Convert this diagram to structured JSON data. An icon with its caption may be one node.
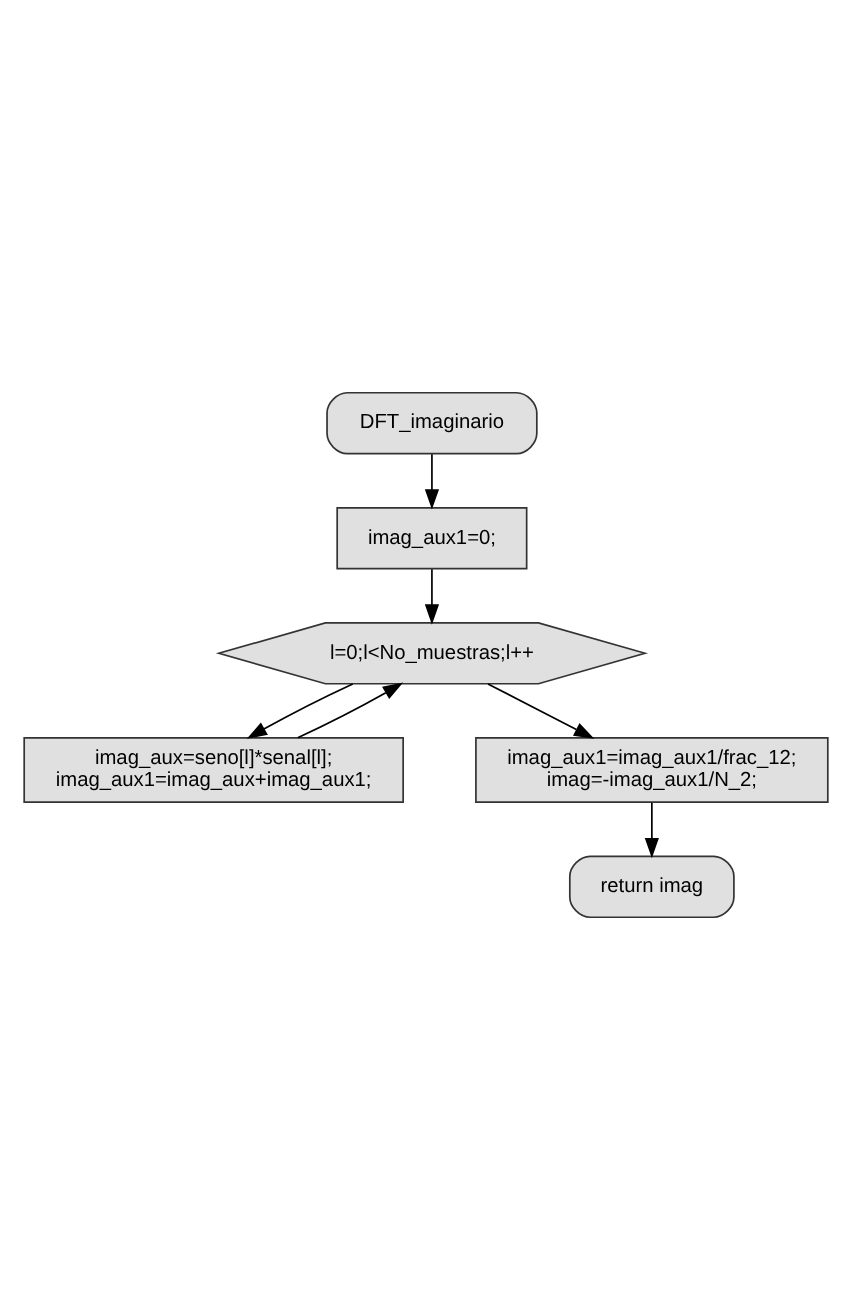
{
  "diagram": {
    "nodes": [
      {
        "text": [
          "DFT_imaginario"
        ]
      },
      {
        "text": [
          "imag_aux1=0;"
        ]
      },
      {
        "text": [
          "l=0;l<No_muestras;l++"
        ]
      },
      {
        "text": [
          "imag_aux=seno[l]*senal[l]; imag_aux1=imag_aux+imag_aux1;"
        ]
      },
      {
        "text": [
          "imag_aux1=imag_aux1/frac_12; imag=-imag_aux1/N_2;"
        ]
      },
      {
        "text": [
          "return imag"
        ]
      }
    ],
    "edges": [
      {
        "from": 0,
        "to": 1,
        "arrow": "to"
      },
      {
        "from": 1,
        "to": 2,
        "arrow": "to"
      },
      {
        "from": 2,
        "to": 3,
        "arrow": "to"
      },
      {
        "from": 3,
        "to": 2,
        "arrow": "to"
      },
      {
        "from": 2,
        "to": 4,
        "arrow": "to"
      },
      {
        "from": 4,
        "to": 5,
        "arrow": "to"
      }
    ]
  }
}
